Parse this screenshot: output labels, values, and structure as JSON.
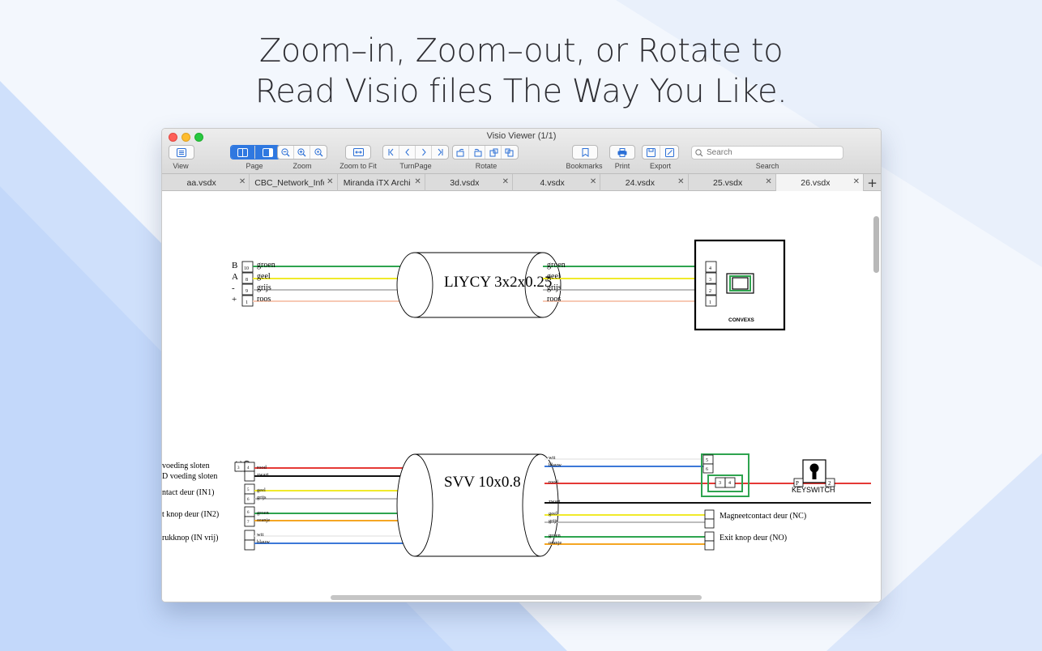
{
  "headline": {
    "line1": "Zoom–in, Zoom–out, or Rotate to",
    "line2": "Read Visio files The Way You Like."
  },
  "window": {
    "title": "Visio Viewer (1/1)"
  },
  "toolbar": {
    "view_label": "View",
    "page_label": "Page",
    "zoom_label": "Zoom",
    "zoom_to_fit_label": "Zoom to Fit",
    "turnpage_label": "TurnPage",
    "rotate_label": "Rotate",
    "bookmarks_label": "Bookmarks",
    "print_label": "Print",
    "export_label": "Export",
    "search_label": "Search",
    "search_placeholder": "Search"
  },
  "tabs": [
    {
      "label": "aa.vsdx"
    },
    {
      "label": "CBC_Network_Info"
    },
    {
      "label": "Miranda iTX Archi"
    },
    {
      "label": "3d.vsdx"
    },
    {
      "label": "4.vsdx"
    },
    {
      "label": "24.vsdx"
    },
    {
      "label": "25.vsdx"
    },
    {
      "label": "26.vsdx",
      "active": true
    }
  ],
  "diagram": {
    "top": {
      "cable_label": "LIYCY 3x2x0.25",
      "left_letters": [
        "B",
        "A",
        "-",
        "+"
      ],
      "left_pins": [
        "10",
        "8",
        "9",
        "1"
      ],
      "wires": [
        {
          "name": "groen",
          "color": "#2ea44f"
        },
        {
          "name": "geel",
          "color": "#f0ea2a"
        },
        {
          "name": "grijs",
          "color": "#bdbdbd"
        },
        {
          "name": "roos",
          "color": "#f7c9b4"
        }
      ],
      "right_pins": [
        "4",
        "3",
        "2",
        "1"
      ],
      "device_label": "CONVEXS"
    },
    "bottom": {
      "cable_label": "SVV 10x0.8",
      "nc_label": "NC",
      "no_label": "NO",
      "left_labels": [
        "voeding sloten",
        "D voeding sloten",
        "ntact deur (IN1)",
        "t knop deur (IN2)",
        "rukknop (IN vrij)"
      ],
      "left_pins": [
        "3",
        "4",
        "5",
        "6",
        "1",
        "2"
      ],
      "left_pins_2": [
        "5",
        "6"
      ],
      "left_pins_3": [
        "6",
        "7"
      ],
      "wires_left": [
        "rood",
        "zwart",
        "geel",
        "grijs",
        "groen",
        "oranje",
        "wit",
        "blauw"
      ],
      "wires_right": [
        "wit",
        "blauw",
        "rood",
        "zwart",
        "geel",
        "grijs",
        "groen",
        "oranje"
      ],
      "right_pins": [
        "5",
        "6",
        "3",
        "4"
      ],
      "keyswitch_label": "KEYSWITCH",
      "keyswitch_pins": [
        "P",
        "2"
      ],
      "right_labels": [
        "Magneetcontact deur (NC)",
        "Exit knop deur (NO)"
      ]
    }
  }
}
